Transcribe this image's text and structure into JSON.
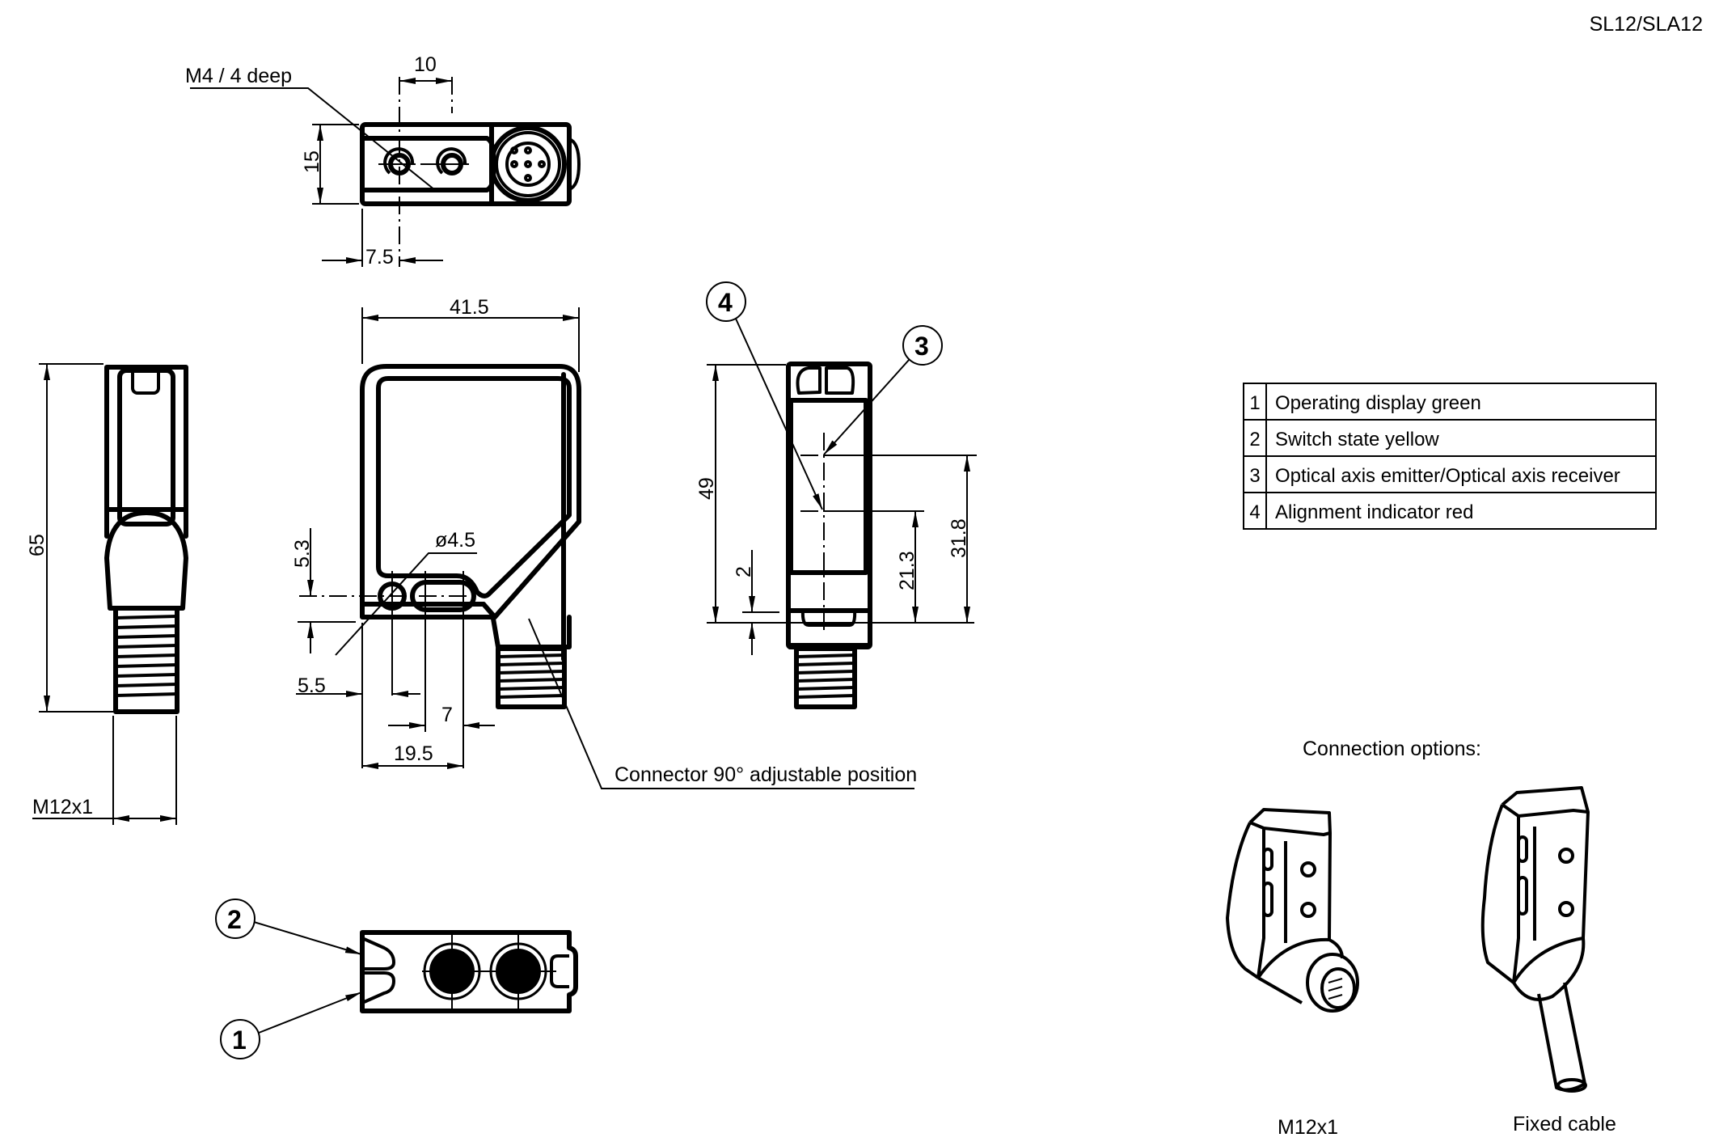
{
  "document": {
    "title": "SL12/SLA12"
  },
  "dimensions": {
    "m4_note": "M4 / 4 deep",
    "hole_spacing": "10",
    "top_height": "15",
    "hole_offset": "7.5",
    "body_width": "41.5",
    "hole_diameter": "ø4.5",
    "hole_height": "5.3",
    "hole_x": "5.5",
    "slot_length": "7",
    "slot_x": "19.5",
    "connector_note": "Connector 90° adjustable position",
    "overall_height": "65",
    "thread": "M12x1",
    "side_height": "49",
    "alignment_axis_height": "21.3",
    "optical_axis_height": "31.8",
    "base_offset": "2"
  },
  "callouts": [
    "1",
    "2",
    "3",
    "4"
  ],
  "legend": [
    {
      "num": "1",
      "desc": "Operating display green"
    },
    {
      "num": "2",
      "desc": "Switch state yellow"
    },
    {
      "num": "3",
      "desc": "Optical axis emitter/Optical axis receiver"
    },
    {
      "num": "4",
      "desc": "Alignment indicator red"
    }
  ],
  "connection_options": {
    "heading": "Connection options:",
    "items": [
      {
        "label": "M12x1",
        "icon": "m12-connector-sensor-icon"
      },
      {
        "label": "Fixed cable",
        "icon": "fixed-cable-sensor-icon"
      }
    ]
  }
}
